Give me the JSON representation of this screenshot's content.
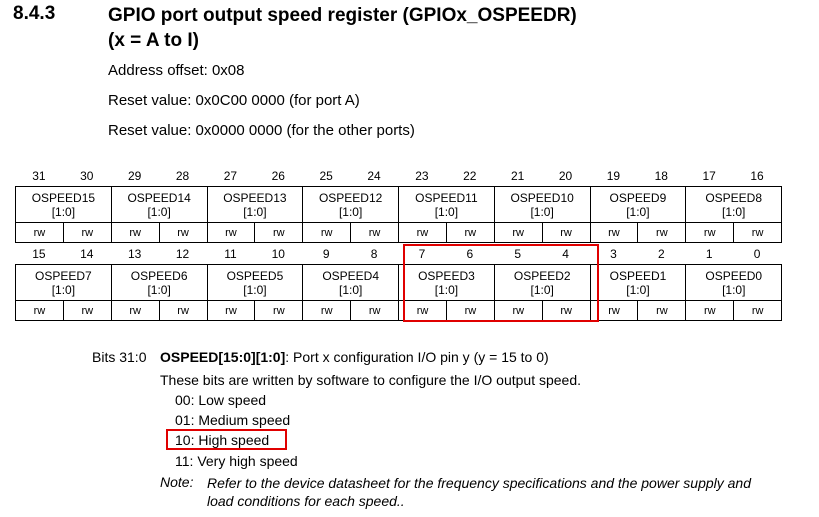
{
  "section": {
    "number": "8.4.3",
    "title_line1": "GPIO port output speed register (GPIOx_OSPEEDR)",
    "title_line2": "(x = A to I)"
  },
  "info": {
    "address_offset": "Address offset: 0x08",
    "reset_port_a": "Reset value: 0x0C00 0000 (for port A)",
    "reset_other": "Reset value: 0x0000 0000 (for the other ports)"
  },
  "register": {
    "top_bits": [
      "31",
      "30",
      "29",
      "28",
      "27",
      "26",
      "25",
      "24",
      "23",
      "22",
      "21",
      "20",
      "19",
      "18",
      "17",
      "16"
    ],
    "bottom_bits": [
      "15",
      "14",
      "13",
      "12",
      "11",
      "10",
      "9",
      "8",
      "7",
      "6",
      "5",
      "4",
      "3",
      "2",
      "1",
      "0"
    ],
    "top_fields": [
      {
        "name": "OSPEED15",
        "range": "[1:0]"
      },
      {
        "name": "OSPEED14",
        "range": "[1:0]"
      },
      {
        "name": "OSPEED13",
        "range": "[1:0]"
      },
      {
        "name": "OSPEED12",
        "range": "[1:0]"
      },
      {
        "name": "OSPEED11",
        "range": "[1:0]"
      },
      {
        "name": "OSPEED10",
        "range": "[1:0]"
      },
      {
        "name": "OSPEED9",
        "range": "[1:0]"
      },
      {
        "name": "OSPEED8",
        "range": "[1:0]"
      }
    ],
    "bottom_fields": [
      {
        "name": "OSPEED7",
        "range": "[1:0]"
      },
      {
        "name": "OSPEED6",
        "range": "[1:0]"
      },
      {
        "name": "OSPEED5",
        "range": "[1:0]"
      },
      {
        "name": "OSPEED4",
        "range": "[1:0]"
      },
      {
        "name": "OSPEED3",
        "range": "[1:0]"
      },
      {
        "name": "OSPEED2",
        "range": "[1:0]"
      },
      {
        "name": "OSPEED1",
        "range": "[1:0]"
      },
      {
        "name": "OSPEED0",
        "range": "[1:0]"
      }
    ],
    "access": "rw",
    "highlight_color": "#e00000"
  },
  "description": {
    "bits_label": "Bits 31:0",
    "field_name": "OSPEED[15:0][1:0]",
    "field_desc": ": Port x configuration I/O pin y (y = 15 to 0)",
    "line2": "These bits are written by software to configure the I/O output speed.",
    "options": [
      "00: Low speed",
      "01: Medium speed",
      "10: High speed",
      "11: Very high speed"
    ],
    "note_label": "Note:",
    "note_text": "Refer to the device datasheet for the frequency specifications and the power supply and load conditions for each speed.."
  }
}
